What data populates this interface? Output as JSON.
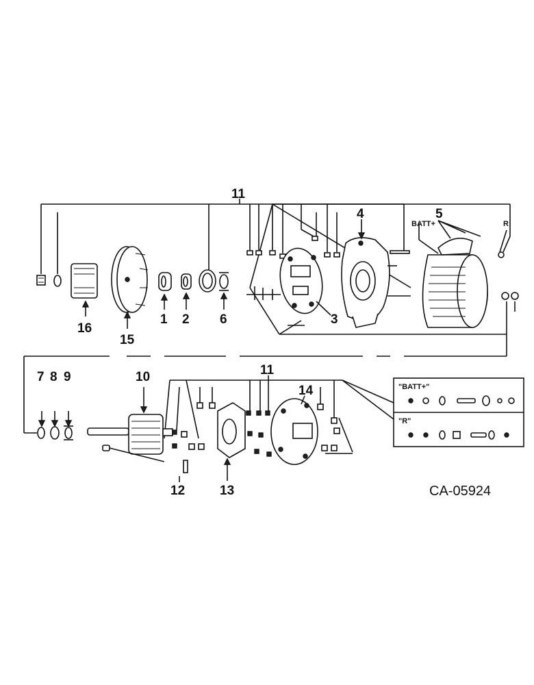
{
  "callouts": {
    "c1": "1",
    "c2": "2",
    "c3": "3",
    "c4": "4",
    "c5": "5",
    "c6": "6",
    "c7": "7",
    "c8": "8",
    "c9": "9",
    "c10": "10",
    "c11_top": "11",
    "c11_bottom": "11",
    "c12": "12",
    "c13": "13",
    "c14": "14",
    "c15": "15",
    "c16": "16"
  },
  "labels": {
    "batt_plus": "BATT+",
    "r": "R",
    "inset_batt": "\"BATT+\"",
    "inset_r": "\"R\""
  },
  "drawing_code": "CA-05924"
}
